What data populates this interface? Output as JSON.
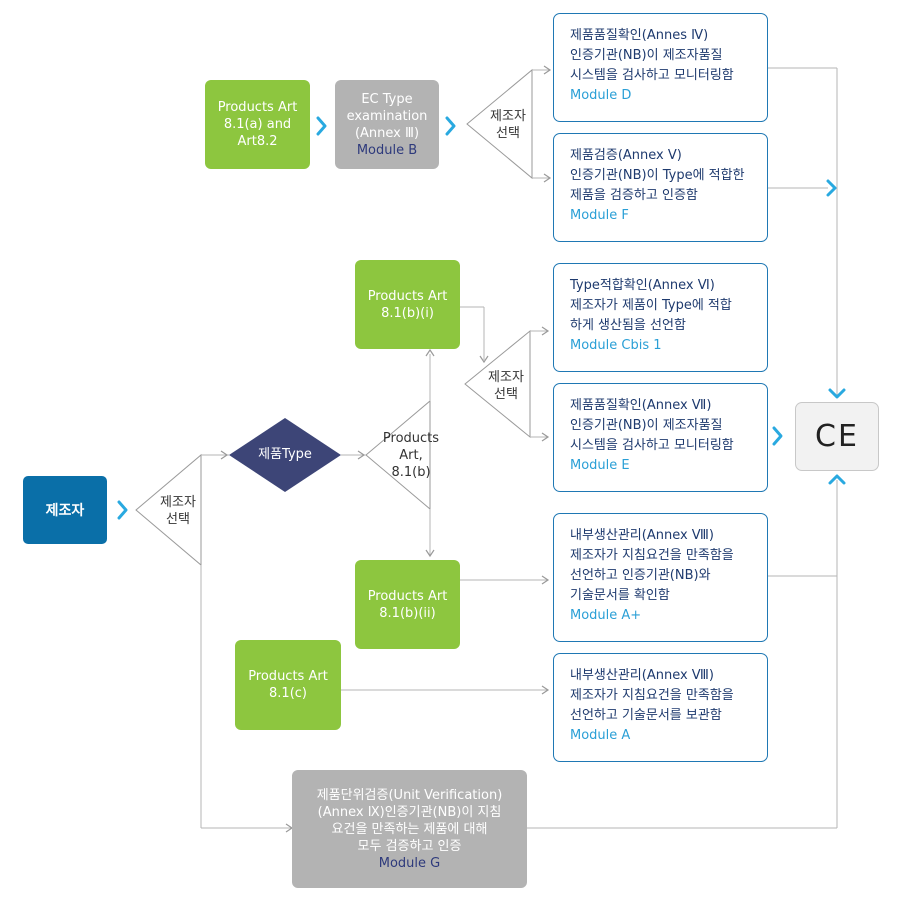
{
  "manufacturer": "제조자",
  "choice_main": [
    "제조자",
    "선택"
  ],
  "choice_top": [
    "제조자",
    "선택"
  ],
  "choice_mid": [
    "제조자",
    "선택"
  ],
  "product_type": "제품Type",
  "art_b_split": [
    "Products",
    "Art,",
    "8.1(b)"
  ],
  "green_a": [
    "Products Art",
    "8.1(a) and",
    "Art8.2"
  ],
  "green_bi": [
    "Products Art",
    "8.1(b)(i)"
  ],
  "green_bii": [
    "Products Art",
    "8.1(b)(ii)"
  ],
  "green_c": [
    "Products Art",
    "8.1(c)"
  ],
  "ec_type": {
    "lines": [
      "EC Type",
      "examination",
      "(Annex Ⅲ)"
    ],
    "module": "Module B"
  },
  "module_g": {
    "lines": [
      "제품단위검증(Unit Verification)",
      "(Annex Ⅸ)인증기관(NB)이 지침",
      "요건을 만족하는 제품에 대해",
      "모두 검증하고 인증"
    ],
    "module": "Module G"
  },
  "modules": [
    {
      "id": "D",
      "lines": [
        "제품품질확인(Annes Ⅳ)",
        "인증기관(NB)이 제조자품질",
        "시스템을 검사하고 모니터링함"
      ],
      "module": "Module D"
    },
    {
      "id": "F",
      "lines": [
        "제품검증(Annex Ⅴ)",
        "인증기관(NB)이 Type에 적합한",
        "제품을 검증하고 인증함"
      ],
      "module": "Module F"
    },
    {
      "id": "Cbis1",
      "lines": [
        "Type적합확인(Annex Ⅵ)",
        "제조자가 제품이 Type에 적합",
        "하게 생산됨을 선언함"
      ],
      "module": "Module Cbis 1"
    },
    {
      "id": "E",
      "lines": [
        "제품품질확인(Annex Ⅶ)",
        "인증기관(NB)이 제조자품질",
        "시스템을 검사하고 모니터링함"
      ],
      "module": "Module E"
    },
    {
      "id": "Aplus",
      "lines": [
        "내부생산관리(Annex Ⅷ)",
        "제조자가 지침요건을 만족함을",
        "선언하고 인증기관(NB)와",
        "기술문서를 확인함"
      ],
      "module": "Module A+"
    },
    {
      "id": "A",
      "lines": [
        "내부생산관리(Annex Ⅷ)",
        "제조자가 지침요건을 만족함을",
        "선언하고 기술문서를 보관함"
      ],
      "module": "Module A"
    }
  ],
  "ce_mark": "CE",
  "colors": {
    "green": "#8dc63f",
    "gray": "#b3b3b3",
    "navy": "#3d4577",
    "blue": "#0a6fa8",
    "accent": "#29a9e0",
    "module_border": "#1f78b4"
  }
}
